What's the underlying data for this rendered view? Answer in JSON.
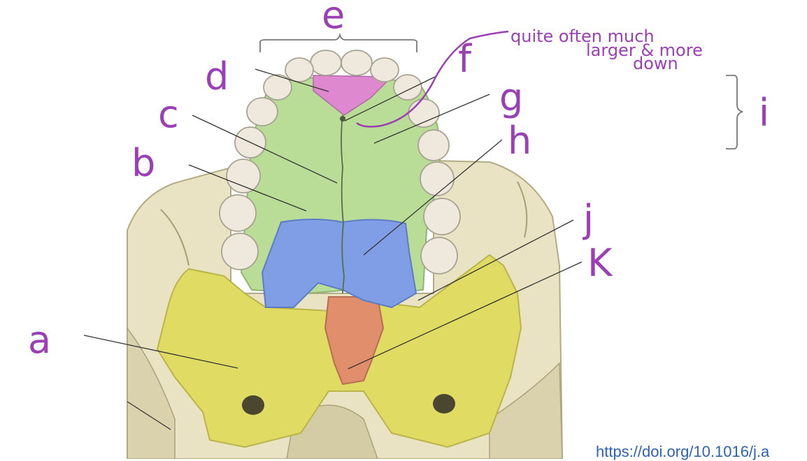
{
  "labels": {
    "a": "a",
    "b": "b",
    "c": "c",
    "d": "d",
    "e": "e",
    "f": "f",
    "g": "g",
    "h": "h",
    "i": "i",
    "j": "j",
    "k": "K"
  },
  "annotation": {
    "line1": "quite often much",
    "line2": "larger & more",
    "line3": "down"
  },
  "source_link": "https://doi.org/10.1016/j.a",
  "colors": {
    "bone": "#e9e3c4",
    "bone_shadow": "#c9c29b",
    "green": "#b9dd96",
    "pink": "#dd88cf",
    "blue": "#7f9ee6",
    "yellow": "#e0dc63",
    "orange": "#e08e6c",
    "teeth": "#eee9dc",
    "annotation": "#9b3fb5",
    "link": "#2f62b4"
  }
}
